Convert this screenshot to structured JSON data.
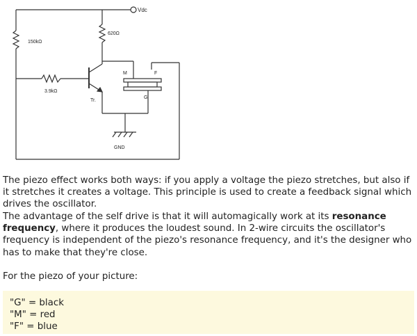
{
  "schematic": {
    "labels": {
      "vdc": "Vdc",
      "r1": "150kΩ",
      "r2": "620Ω",
      "r3": "3.9kΩ",
      "transistor": "Tr.",
      "pin_m": "M",
      "pin_f": "F",
      "pin_g": "G",
      "ground": "GND"
    }
  },
  "text": {
    "p1": "The piezo effect works both ways: if you apply a voltage the piezo stretches, but also if it stretches it creates a voltage. This principle is used to create a feedback signal which drives the oscillator.",
    "p2_before": "The advantage of the self drive is that it will automagically work at its ",
    "p2_bold": "resonance frequency",
    "p2_after": ", where it produces the loudest sound. In 2-wire circuits the oscillator's frequency is independent of the piezo's resonance frequency, and it's the designer who has to make that they're close.",
    "p3": "For the piezo of your picture:"
  },
  "code_box": {
    "lines": [
      "\"G\" = black",
      "\"M\" = red",
      "\"F\" = blue"
    ]
  }
}
